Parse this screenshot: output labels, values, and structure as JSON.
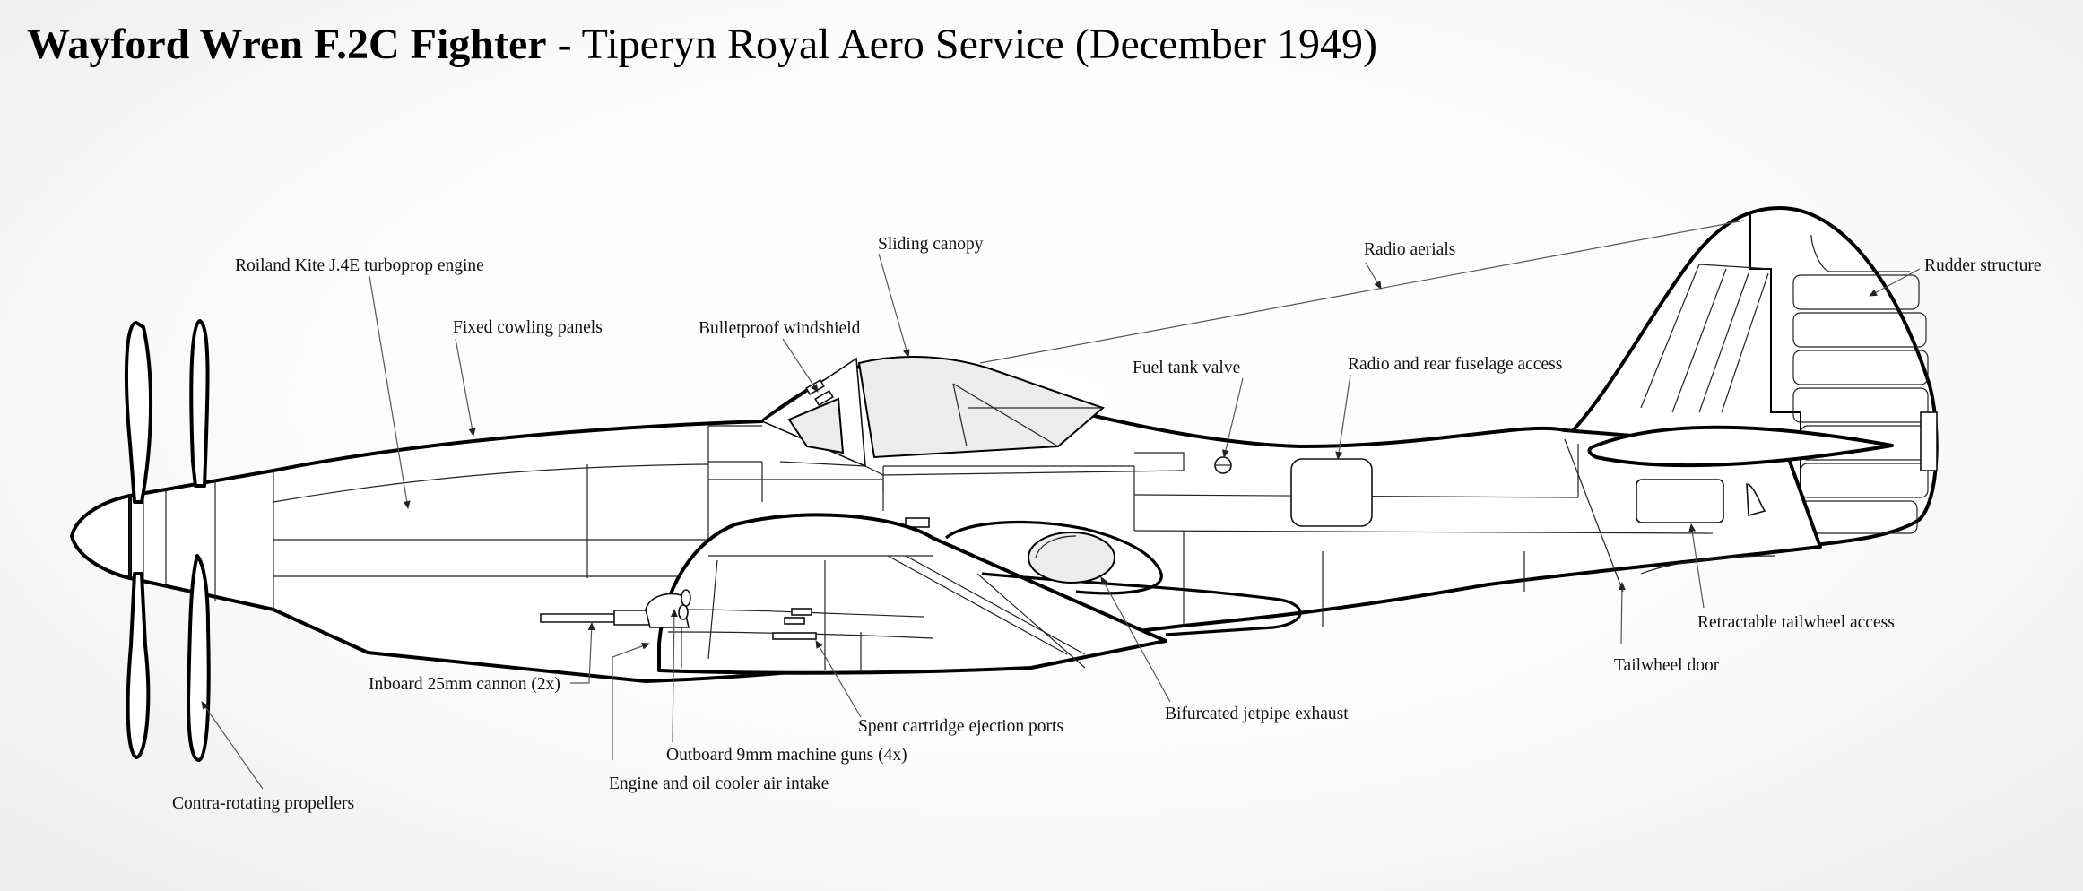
{
  "title": {
    "bold": "Wayford Wren F.2C Fighter",
    "rest": " - Tiperyn Royal Aero Service (December 1949)"
  },
  "callouts": {
    "engine": "Roiland Kite J.4E turboprop engine",
    "cowling": "Fixed cowling panels",
    "windshield": "Bulletproof windshield",
    "canopy": "Sliding canopy",
    "aerials": "Radio aerials",
    "fuel_valve": "Fuel tank valve",
    "radio_access": "Radio and rear fuselage access",
    "rudder": "Rudder structure",
    "tailwheel_access": "Retractable tailwheel access",
    "tailwheel_door": "Tailwheel door",
    "jetpipe": "Bifurcated jetpipe exhaust",
    "ejection_ports": "Spent cartridge ejection ports",
    "machine_guns": "Outboard 9mm machine guns (4x)",
    "cannon": "Inboard 25mm cannon (2x)",
    "air_intake": "Engine and oil cooler air intake",
    "propellers": "Contra-rotating propellers"
  }
}
